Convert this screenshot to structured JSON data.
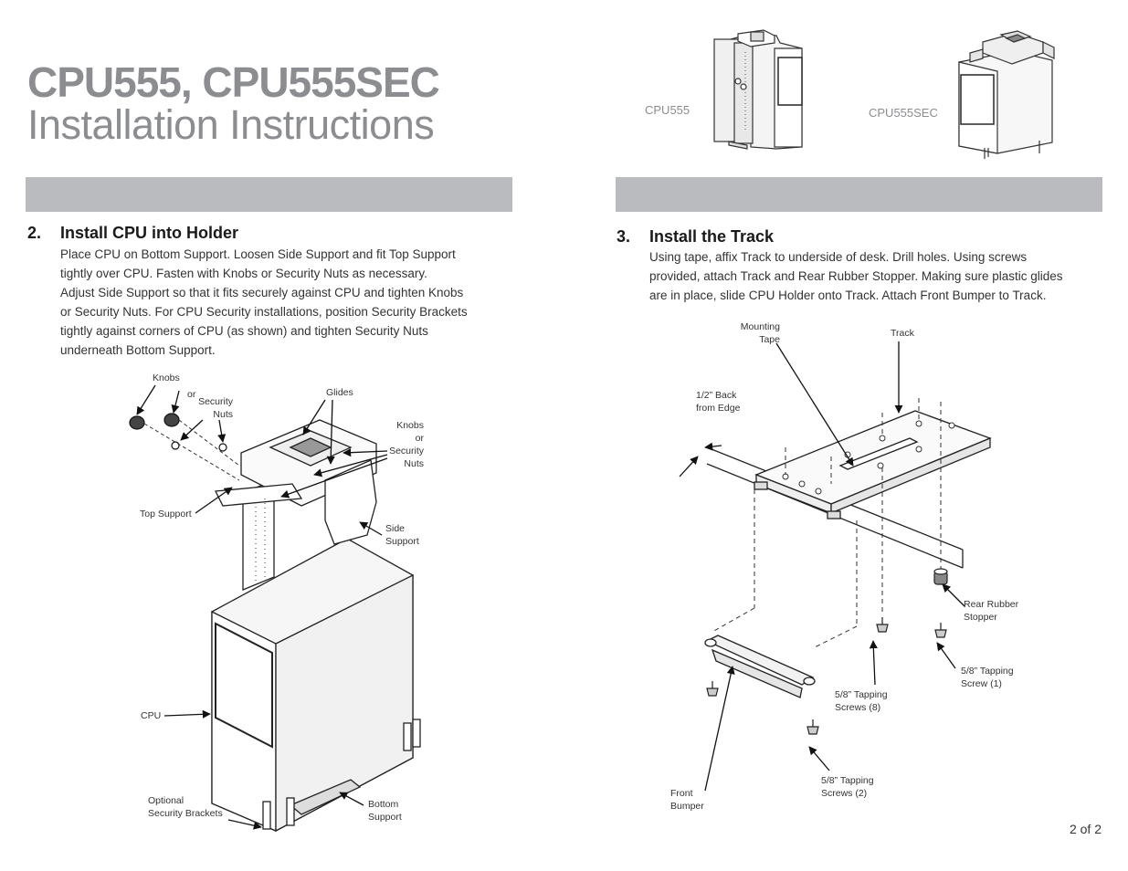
{
  "header": {
    "model": "CPU555, CPU555SEC",
    "subtitle": "Installation Instructions"
  },
  "products": {
    "cpu555_label": "CPU555",
    "cpu555sec_label": "CPU555SEC"
  },
  "step2": {
    "number": "2.",
    "title": "Install CPU into Holder",
    "lines": [
      "Place CPU on Bottom Support. Loosen Side Support and fit Top Support",
      "tightly over CPU. Fasten with Knobs or Security Nuts as necessary.",
      "Adjust Side Support so that it fits securely against CPU and tighten Knobs",
      "or Security Nuts. For CPU Security installations, position Security Brackets",
      "tightly against corners of CPU (as shown) and tighten Security Nuts",
      "underneath Bottom Support."
    ],
    "callouts": {
      "knobs": "Knobs",
      "or": "or",
      "security_nuts": "Security\nNuts",
      "glides": "Glides",
      "knobs_or_security_nuts": "Knobs\nor\nSecurity\nNuts",
      "top_support": "Top Support",
      "side_support": "Side\nSupport",
      "cpu": "CPU",
      "optional_security_brackets": "Optional\nSecurity Brackets",
      "bottom_support": "Bottom\nSupport"
    }
  },
  "step3": {
    "number": "3.",
    "title": "Install the Track",
    "lines": [
      "Using tape, affix Track to underside of desk. Drill holes. Using screws",
      "provided, attach Track and Rear Rubber Stopper. Making sure plastic glides",
      "are in place, slide CPU Holder onto Track. Attach Front Bumper to Track."
    ],
    "callouts": {
      "mounting_tape": "Mounting\nTape",
      "track": "Track",
      "half_inch_back": "1/2” Back\nfrom Edge",
      "rear_rubber_stopper": "Rear Rubber\nStopper",
      "tapping_screw_1": "5/8” Tapping\nScrew (1)",
      "tapping_screws_8": "5/8” Tapping\nScrews (8)",
      "tapping_screws_2": "5/8” Tapping\nScrews (2)",
      "front_bumper": "Front\nBumper"
    }
  },
  "footer": {
    "page": "2 of 2"
  }
}
